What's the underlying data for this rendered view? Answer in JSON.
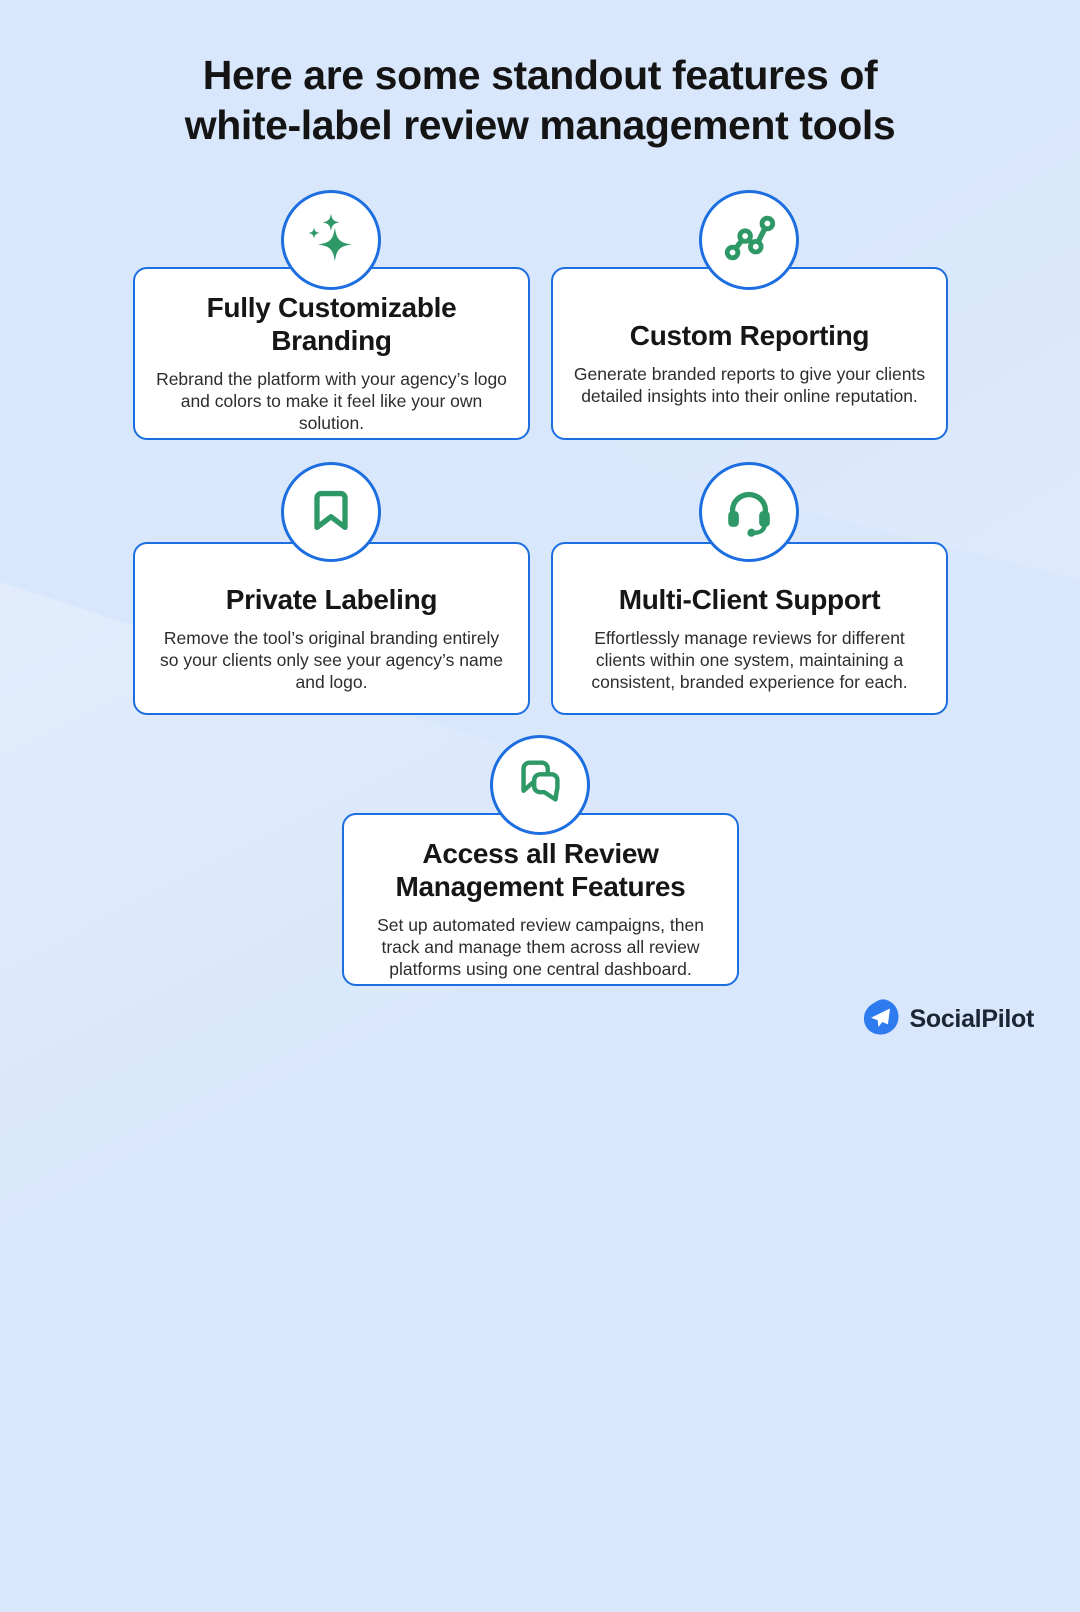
{
  "title": {
    "line1": "Here are some standout features of",
    "line2": "white-label review management tools"
  },
  "cards": [
    {
      "id": "fully-customizable-branding",
      "icon": "sparkles-icon",
      "title": "Fully Customizable Branding",
      "description": "Rebrand the platform with your agency’s logo and colors to make it feel like your own solution."
    },
    {
      "id": "custom-reporting",
      "icon": "line-chart-icon",
      "title": "Custom Reporting",
      "description": "Generate branded reports to give your clients detailed insights into their online reputation."
    },
    {
      "id": "private-labeling",
      "icon": "bookmark-icon",
      "title": "Private Labeling",
      "description": "Remove the tool’s original branding entirely so your clients only see your agency’s name and logo."
    },
    {
      "id": "multi-client-support",
      "icon": "headset-icon",
      "title": "Multi-Client Support",
      "description": "Effortlessly manage reviews for different clients within one system, maintaining a consistent, branded experience for each."
    },
    {
      "id": "access-all-review-management-features",
      "icon": "chat-bubbles-icon",
      "title": "Access all Review Management Features",
      "description": "Set up automated review campaigns, then track and manage them across all review platforms using one central dashboard."
    }
  ],
  "footer": {
    "brand": "SocialPilot"
  },
  "colors": {
    "background": "#d9e7fc",
    "card_background": "#ffffff",
    "accent_blue": "#1d6ee0",
    "icon_green": "#2f9867",
    "title_text": "#141414",
    "body_text": "#2d2d2d",
    "logo_blue": "#2e7bf0",
    "brand_text": "#1b2634"
  }
}
